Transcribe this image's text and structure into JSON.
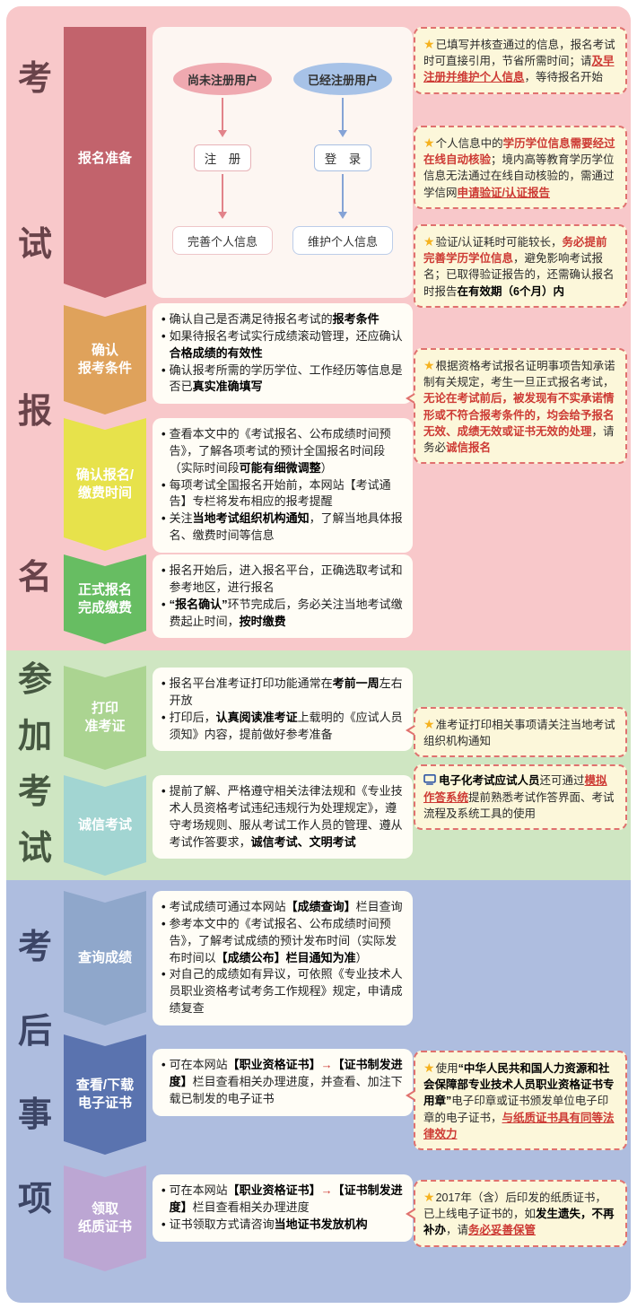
{
  "ui": {
    "bullet": "•"
  },
  "icons": {
    "star": "★",
    "computer": "laptop-icon"
  },
  "colors": {
    "band_register": "#f8c8ca",
    "band_exam": "#cfe6c2",
    "band_after": "#aebddf",
    "arrow_prep": "#c2636c",
    "arrow_confirm_conditions": "#dfa25b",
    "arrow_confirm_time": "#e7e24b",
    "arrow_register_pay": "#67bd62",
    "arrow_print_ticket": "#abd491",
    "arrow_honest_exam": "#a2d5d2",
    "arrow_check_score": "#8fa7cb",
    "arrow_e_cert": "#5a73af",
    "arrow_paper_cert": "#bca6d3",
    "callout_bg": "#fcf7da",
    "callout_border": "#e0716e",
    "emphasis_red": "#cd3a34",
    "star": "#f5b21f",
    "oval_unregistered": "#efa9b0",
    "oval_registered": "#a7c2e7"
  },
  "sections": {
    "register": {
      "title": "考试报名",
      "chars": [
        "考",
        "试",
        "报",
        "名"
      ]
    },
    "exam": {
      "title": "参加考试",
      "chars": [
        "参",
        "加",
        "考",
        "试"
      ]
    },
    "after": {
      "title": "考后事项",
      "chars": [
        "考",
        "后",
        "事",
        "项"
      ]
    }
  },
  "flow": {
    "unregistered": "尚未注册用户",
    "registered": "已经注册用户",
    "register": "注　册",
    "login": "登　录",
    "complete_info": "完善个人信息",
    "maintain_info": "维护个人信息"
  },
  "steps": {
    "prep": {
      "label": "报名准备"
    },
    "confirm_conditions": {
      "label": "确认\n报考条件",
      "bullets": [
        [
          [
            "确认自己是否满足待报名考试的",
            ""
          ],
          [
            "报考条件",
            "b"
          ]
        ],
        [
          [
            "如果待报名考试实行成绩滚动管理，还应确认",
            ""
          ],
          [
            "合格成绩的有效性",
            "b"
          ]
        ],
        [
          [
            "确认报考所需的学历学位、工作经历等信息是否已",
            ""
          ],
          [
            "真实准确填写",
            "b"
          ]
        ]
      ]
    },
    "confirm_time": {
      "label": "确认报名/\n缴费时间",
      "bullets": [
        [
          [
            "查看本文中的《考试报名、公布成绩时间预告》，了解各项考试的预计全国报名时间段（实际时间段",
            ""
          ],
          [
            "可能有细微调整",
            "b"
          ],
          [
            "）",
            ""
          ]
        ],
        [
          [
            "每项考试全国报名开始前，本网站【考试通告】专栏将发布相应的报考提醒",
            ""
          ]
        ],
        [
          [
            "关注",
            ""
          ],
          [
            "当地考试组织机构通知",
            "b"
          ],
          [
            "，了解当地具体报名、缴费时间等信息",
            ""
          ]
        ]
      ]
    },
    "register_pay": {
      "label": "正式报名\n完成缴费",
      "bullets": [
        [
          [
            "报名开始后，进入报名平台，正确选取考试和参考地区，进行报名",
            ""
          ]
        ],
        [
          [
            "“报名确认”",
            "b"
          ],
          [
            "环节完成后，务必关注当地考试缴费起止时间，",
            ""
          ],
          [
            "按时缴费",
            "b"
          ]
        ]
      ]
    },
    "print_ticket": {
      "label": "打印\n准考证",
      "bullets": [
        [
          [
            "报名平台准考证打印功能通常在",
            ""
          ],
          [
            "考前一周",
            "b"
          ],
          [
            "左右开放",
            ""
          ]
        ],
        [
          [
            "打印后，",
            ""
          ],
          [
            "认真阅读准考证",
            "b"
          ],
          [
            "上载明的《应试人员须知》内容，提前做好参考准备",
            ""
          ]
        ]
      ]
    },
    "honest_exam": {
      "label": "诚信考试",
      "bullets": [
        [
          [
            "提前了解、严格遵守相关法律法规和《专业技术人员资格考试违纪违规行为处理规定》，遵守考场规则、服从考试工作人员的管理、遵从考试作答要求，",
            ""
          ],
          [
            "诚信考试、文明考试",
            "b"
          ]
        ]
      ]
    },
    "check_score": {
      "label": "查询成绩",
      "bullets": [
        [
          [
            "考试成绩可通过本网站",
            ""
          ],
          [
            "【成绩查询】",
            "b"
          ],
          [
            "栏目查询",
            ""
          ]
        ],
        [
          [
            "参考本文中的《考试报名、公布成绩时间预告》，了解考试成绩的预计发布时间（实际发布时间以",
            ""
          ],
          [
            "【成绩公布】栏目通知为准",
            "b"
          ],
          [
            "）",
            ""
          ]
        ],
        [
          [
            "对自己的成绩如有异议，可依照《专业技术人员职业资格考试考务工作规程》规定，申请成绩复查",
            ""
          ]
        ]
      ]
    },
    "e_cert": {
      "label": "查看/下载\n电子证书",
      "bullets": [
        [
          [
            "可在本网站",
            ""
          ],
          [
            "【职业资格证书】",
            "b"
          ],
          [
            "→",
            "r"
          ],
          [
            "【证书制发进度】",
            "b"
          ],
          [
            "栏目查看相关办理进度，并查看、加注下载已制发的电子证书",
            ""
          ]
        ]
      ]
    },
    "paper_cert": {
      "label": "领取\n纸质证书",
      "bullets": [
        [
          [
            "可在本网站",
            ""
          ],
          [
            "【职业资格证书】",
            "b"
          ],
          [
            "→",
            "r"
          ],
          [
            "【证书制发进度】",
            "b"
          ],
          [
            "栏目查看相关办理进度",
            ""
          ]
        ],
        [
          [
            "证书领取方式请咨询",
            ""
          ],
          [
            "当地证书发放机构",
            "b"
          ]
        ]
      ]
    }
  },
  "callouts": {
    "c1": [
      [
        "已填写并核查通过的信息，报名考试时可直接引用，节省所需时间；请",
        ""
      ],
      [
        "及早注册并维护个人信息",
        "ru"
      ],
      [
        "，等待报名开始",
        ""
      ]
    ],
    "c2": [
      [
        "个人信息中的",
        ""
      ],
      [
        "学历学位信息需要经过在线自动核验",
        "r"
      ],
      [
        "；境内高等教育学历学位信息无法通过在线自动核验的，需通过学信网",
        ""
      ],
      [
        "申请验证/认证报告",
        "ru"
      ]
    ],
    "c3": [
      [
        "验证/认证耗时可能较长，",
        ""
      ],
      [
        "务必提前完善学历学位信息",
        "r"
      ],
      [
        "，避免影响考试报名；已取得验证报告的，还需确认报名时报告",
        ""
      ],
      [
        "在有效期（6个月）内",
        "b"
      ]
    ],
    "c4": [
      [
        "根据资格考试报名证明事项告知承诺制有关规定，考生一旦正式报名考试，",
        ""
      ],
      [
        "无论在考试前后，被发现有不实承诺情形或不符合报考条件的，均会给予报名无效、成绩无效或证书无效的处理",
        "r"
      ],
      [
        "，请务必",
        ""
      ],
      [
        "诚信报名",
        "r"
      ]
    ],
    "c5": [
      [
        "准考证打印相关事项请关注当地考试组织机构通知",
        ""
      ]
    ],
    "c6": [
      [
        "电子化考试应试人员",
        "b"
      ],
      [
        "还可通过",
        ""
      ],
      [
        "模拟作答系统",
        "ru"
      ],
      [
        "提前熟悉考试作答界面、考试流程及系统工具的使用",
        ""
      ]
    ],
    "c7": [
      [
        "使用",
        ""
      ],
      [
        "“中华人民共和国人力资源和社会保障部专业技术人员职业资格证书专用章”",
        "b"
      ],
      [
        "电子印章或证书颁发单位电子印章的电子证书，",
        ""
      ],
      [
        "与纸质证书具有同等法律效力",
        "ru"
      ]
    ],
    "c8": [
      [
        "2017年（含）后印发的纸质证书，已上线电子证书的，如",
        ""
      ],
      [
        "发生遗失，不再补办",
        "b"
      ],
      [
        "，请",
        ""
      ],
      [
        "务必妥善保管",
        "ru"
      ]
    ]
  }
}
